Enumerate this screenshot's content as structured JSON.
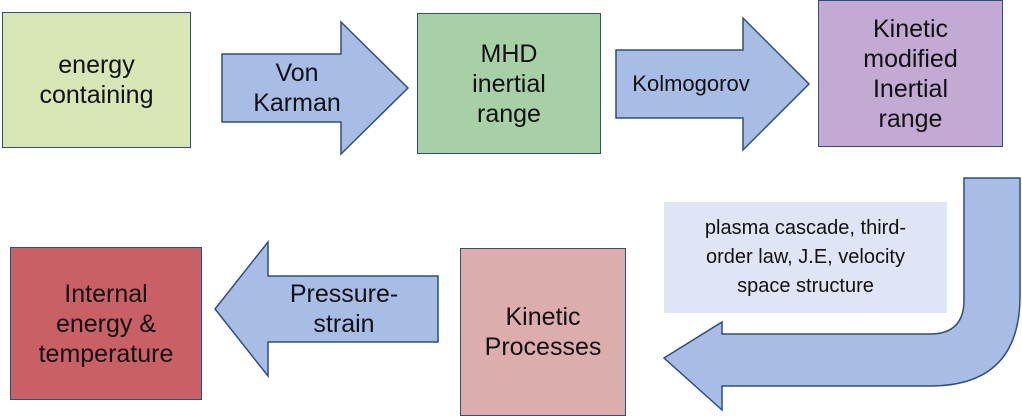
{
  "colors": {
    "energy_box": "#d8e5b5",
    "mhd_box": "#a8d0a6",
    "kinetic_modified_box": "#c2aad2",
    "internal_energy_box": "#c96066",
    "kinetic_processes_box": "#ddadae",
    "arrow_fill": "#a8bde6",
    "arrow_stroke": "#2f4f7a",
    "note_box": "#dfe5f5"
  },
  "nodes": {
    "energy_containing": [
      "energy",
      "containing"
    ],
    "mhd_inertial": [
      "MHD",
      "inertial",
      "range"
    ],
    "kinetic_modified": [
      "Kinetic",
      "modified",
      "Inertial",
      "range"
    ],
    "kinetic_processes": [
      "Kinetic",
      "Processes"
    ],
    "internal_energy": [
      "Internal",
      "energy &",
      "temperature"
    ]
  },
  "arrows": {
    "von_karman": [
      "Von",
      "Karman"
    ],
    "kolmogorov": [
      "Kolmogorov"
    ],
    "pressure_strain": [
      "Pressure-",
      "strain"
    ]
  },
  "note": [
    "plasma cascade, third-",
    "order law, J.E, velocity",
    "space structure"
  ]
}
